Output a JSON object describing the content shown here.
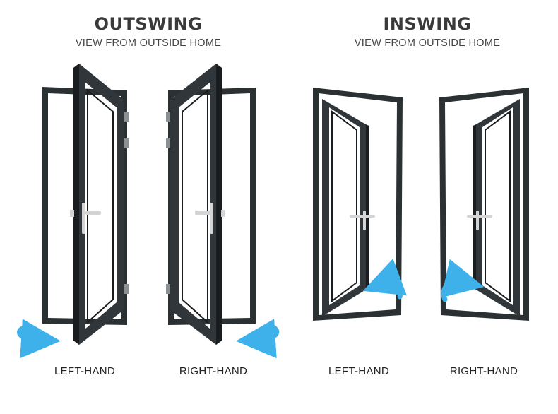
{
  "outswing": {
    "title": "OUTSWING",
    "subtitle": "VIEW FROM OUTSIDE HOME",
    "doors": [
      {
        "label": "LEFT-HAND"
      },
      {
        "label": "RIGHT-HAND"
      }
    ]
  },
  "inswing": {
    "title": "INSWING",
    "subtitle": "VIEW FROM OUTSIDE HOME",
    "doors": [
      {
        "label": "LEFT-HAND"
      },
      {
        "label": "RIGHT-HAND"
      }
    ]
  },
  "colors": {
    "frame": "#2b3032",
    "frame_edge": "#1a1d1f",
    "handle": "#d4d4d4",
    "arrow": "#3fb1ea"
  },
  "icons": [
    "swing-arrow-icon",
    "door-handle-icon",
    "door-hinge-icon"
  ]
}
